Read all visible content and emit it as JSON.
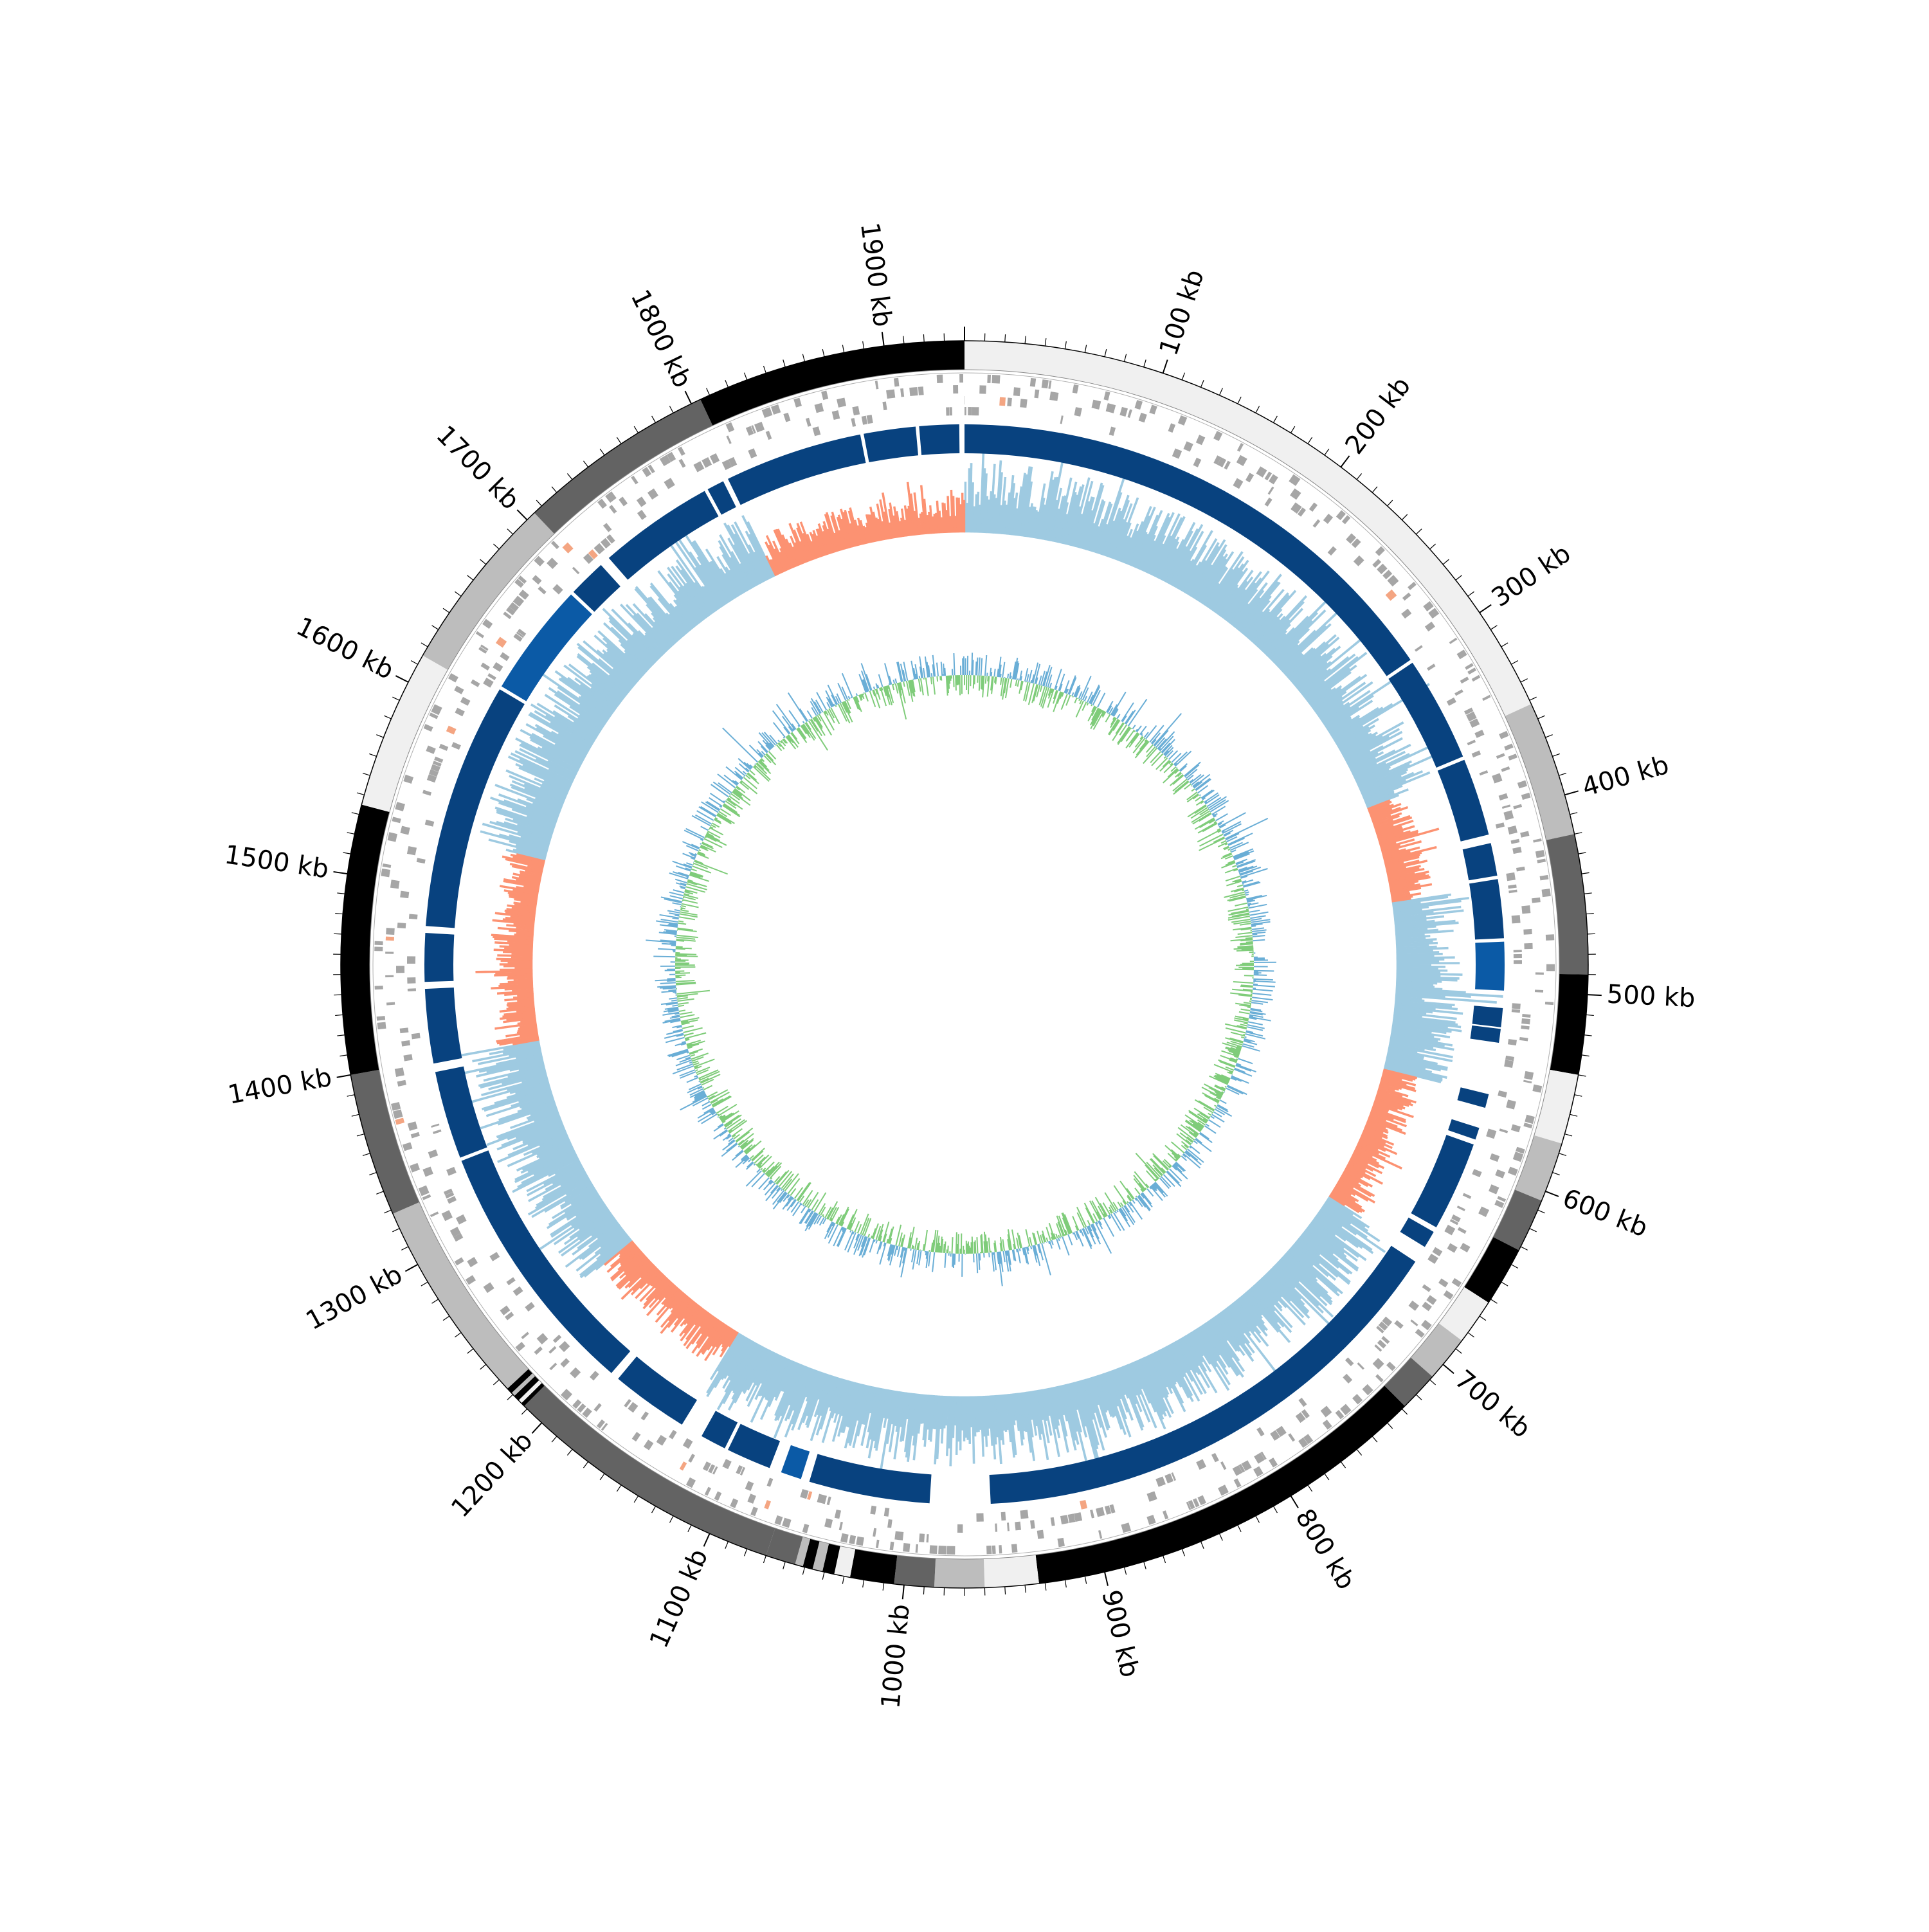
{
  "genome": {
    "total_kb": 1940,
    "tick_labels": [
      "100 kb",
      "200 kb",
      "300 kb",
      "400 kb",
      "500 kb",
      "600 kb",
      "700 kb",
      "800 kb",
      "900 kb",
      "1000 kb",
      "1100 kb",
      "1200 kb",
      "1300 kb",
      "1400 kb",
      "1500 kb",
      "1600 kb",
      "1700 kb",
      "1800 kb",
      "1900 kb"
    ],
    "tick_positions_kb": [
      100,
      200,
      300,
      400,
      500,
      600,
      700,
      800,
      900,
      1000,
      1100,
      1200,
      1300,
      1400,
      1500,
      1600,
      1700,
      1800,
      1900
    ]
  },
  "colors": {
    "gc_skew_positive": "#9ecae1",
    "gc_skew_negative": "#fc9272",
    "blast_hits": "#08427f",
    "blast_hits_alt": "#0b5aa6",
    "genes": "#a6a6a6",
    "genes_rna": "#f4a582",
    "gc_content_high": "#6aaed6",
    "gc_content_low": "#7fcc7a",
    "band_shades": [
      "#f0f0f0",
      "#bdbdbd",
      "#636363",
      "#000000"
    ]
  },
  "tracks": {
    "outer_bands": [
      {
        "start": 0,
        "end": 352,
        "shade": 0
      },
      {
        "start": 352,
        "end": 420,
        "shade": 1
      },
      {
        "start": 420,
        "end": 490,
        "shade": 2
      },
      {
        "start": 490,
        "end": 540,
        "shade": 3
      },
      {
        "start": 540,
        "end": 575,
        "shade": 0
      },
      {
        "start": 575,
        "end": 605,
        "shade": 1
      },
      {
        "start": 605,
        "end": 632,
        "shade": 2
      },
      {
        "start": 632,
        "end": 662,
        "shade": 3
      },
      {
        "start": 662,
        "end": 685,
        "shade": 0
      },
      {
        "start": 685,
        "end": 708,
        "shade": 1
      },
      {
        "start": 708,
        "end": 728,
        "shade": 2
      },
      {
        "start": 728,
        "end": 933,
        "shade": 3
      },
      {
        "start": 933,
        "end": 960,
        "shade": 0
      },
      {
        "start": 960,
        "end": 985,
        "shade": 1
      },
      {
        "start": 985,
        "end": 1005,
        "shade": 2
      },
      {
        "start": 1005,
        "end": 1027,
        "shade": 3
      },
      {
        "start": 1027,
        "end": 1035,
        "shade": 0
      },
      {
        "start": 1035,
        "end": 1041,
        "shade": 3
      },
      {
        "start": 1041,
        "end": 1046,
        "shade": 1
      },
      {
        "start": 1046,
        "end": 1051,
        "shade": 3
      },
      {
        "start": 1051,
        "end": 1055,
        "shade": 1
      },
      {
        "start": 1055,
        "end": 1070,
        "shade": 2
      },
      {
        "start": 1070,
        "end": 1212,
        "shade": 2
      },
      {
        "start": 1212,
        "end": 1214,
        "shade": 3
      },
      {
        "start": 1214,
        "end": 1216,
        "shade": 0
      },
      {
        "start": 1216,
        "end": 1219,
        "shade": 3
      },
      {
        "start": 1219,
        "end": 1221,
        "shade": 1
      },
      {
        "start": 1221,
        "end": 1224,
        "shade": 3
      },
      {
        "start": 1224,
        "end": 1328,
        "shade": 1
      },
      {
        "start": 1328,
        "end": 1400,
        "shade": 2
      },
      {
        "start": 1400,
        "end": 1535,
        "shade": 3
      },
      {
        "start": 1535,
        "end": 1615,
        "shade": 0
      },
      {
        "start": 1615,
        "end": 1705,
        "shade": 1
      },
      {
        "start": 1705,
        "end": 1805,
        "shade": 2
      },
      {
        "start": 1805,
        "end": 1940,
        "shade": 3
      }
    ],
    "blast_blocks": [
      {
        "start": 0,
        "end": 300
      },
      {
        "start": 302,
        "end": 363
      },
      {
        "start": 365,
        "end": 410
      },
      {
        "start": 415,
        "end": 434
      },
      {
        "start": 436,
        "end": 470
      },
      {
        "start": 472,
        "end": 500
      },
      {
        "start": 510,
        "end": 521
      },
      {
        "start": 522,
        "end": 530
      },
      {
        "start": 560,
        "end": 568
      },
      {
        "start": 580,
        "end": 587
      },
      {
        "start": 590,
        "end": 642
      },
      {
        "start": 645,
        "end": 655
      },
      {
        "start": 665,
        "end": 955
      },
      {
        "start": 990,
        "end": 1060
      },
      {
        "start": 1065,
        "end": 1077
      },
      {
        "start": 1084,
        "end": 1110
      },
      {
        "start": 1112,
        "end": 1127
      },
      {
        "start": 1140,
        "end": 1185
      },
      {
        "start": 1190,
        "end": 1340
      },
      {
        "start": 1342,
        "end": 1393
      },
      {
        "start": 1398,
        "end": 1441
      },
      {
        "start": 1445,
        "end": 1473
      },
      {
        "start": 1477,
        "end": 1620
      },
      {
        "start": 1622,
        "end": 1688
      },
      {
        "start": 1690,
        "end": 1712
      },
      {
        "start": 1718,
        "end": 1785
      },
      {
        "start": 1787,
        "end": 1797
      },
      {
        "start": 1800,
        "end": 1880
      },
      {
        "start": 1882,
        "end": 1912
      },
      {
        "start": 1914,
        "end": 1937
      }
    ],
    "gc_skew_regions": [
      {
        "start": 0,
        "end": 370,
        "sign": "positive"
      },
      {
        "start": 370,
        "end": 440,
        "sign": "negative"
      },
      {
        "start": 440,
        "end": 560,
        "sign": "positive"
      },
      {
        "start": 560,
        "end": 660,
        "sign": "negative"
      },
      {
        "start": 660,
        "end": 1140,
        "sign": "positive"
      },
      {
        "start": 1140,
        "end": 1240,
        "sign": "negative"
      },
      {
        "start": 1240,
        "end": 1400,
        "sign": "positive"
      },
      {
        "start": 1400,
        "end": 1530,
        "sign": "negative"
      },
      {
        "start": 1530,
        "end": 1800,
        "sign": "positive"
      },
      {
        "start": 1800,
        "end": 1940,
        "sign": "negative"
      }
    ]
  }
}
